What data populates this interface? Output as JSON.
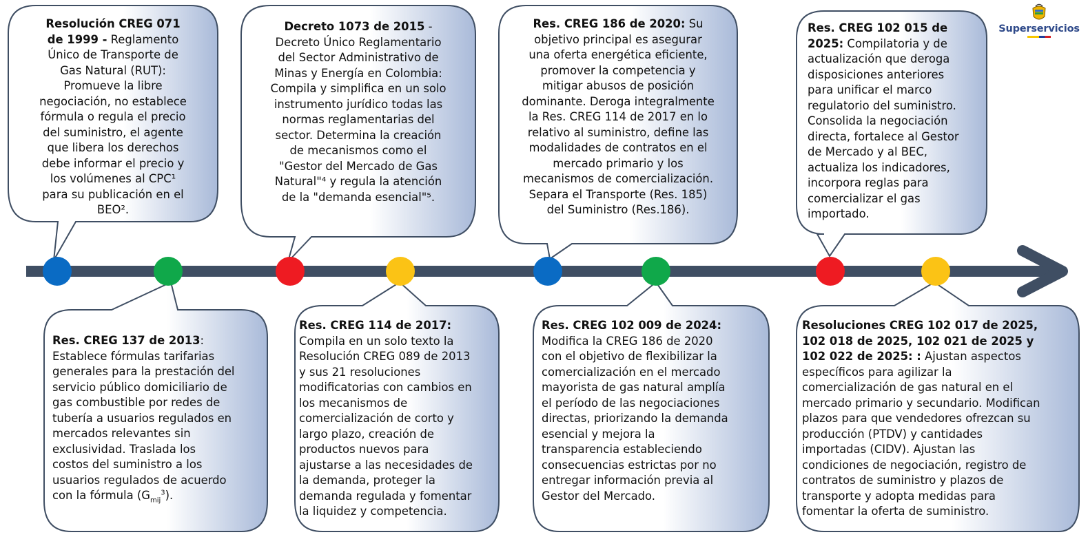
{
  "brand": {
    "name": "Superservicios",
    "flag_colors": [
      "#F7C600",
      "#1F3F9B",
      "#D42027"
    ]
  },
  "colors": {
    "timeline": "#3F4E63",
    "callout_fill_start": "#FFFFFF",
    "callout_fill_end": "#A9BAD9",
    "callout_stroke": "#3F4E63",
    "dot_blue": "#0A6BC4",
    "dot_green": "#10A84A",
    "dot_red": "#EE1B22",
    "dot_yellow": "#FBC315"
  },
  "milestones": [
    {
      "color": "blue"
    },
    {
      "color": "green"
    },
    {
      "color": "red"
    },
    {
      "color": "yellow"
    },
    {
      "color": "blue"
    },
    {
      "color": "green"
    },
    {
      "color": "red"
    },
    {
      "color": "yellow"
    }
  ],
  "events_top": [
    {
      "title": "Resolución CREG 071 de 1999 -",
      "lines": [
        "Resolución CREG 071",
        "de 1999 - Reglamento",
        "Único de Transporte de",
        "Gas Natural (RUT):",
        "Promueve la libre",
        "negociación, no establece",
        "fórmula o regula el precio",
        "del suministro, el agente",
        "que libera los derechos",
        "debe informar el precio y",
        "los volúmenes al CPC¹",
        "para su publicación en el",
        "BEO²."
      ]
    },
    {
      "title": "Decreto 1073 de 2015",
      "lines": [
        "Decreto 1073 de 2015 -",
        "Decreto Único Reglamentario",
        "del Sector Administrativo de",
        "Minas y Energía en Colombia:",
        "Compila y simplifica en un solo",
        "instrumento jurídico todas las",
        "normas reglamentarias del",
        "sector. Determina la creación",
        "de mecanismos como el",
        "\"Gestor del Mercado de Gas",
        "Natural\"⁴ y regula la atención",
        "de la \"demanda esencial\"⁵."
      ]
    },
    {
      "title": "Res. CREG 186 de 2020:",
      "lines": [
        "Res. CREG 186 de 2020: Su",
        "objetivo principal es asegurar",
        "una oferta energética eficiente,",
        "promover la competencia y",
        "mitigar abusos de posición",
        "dominante. Deroga integralmente",
        "la Res. CREG 114 de 2017 en lo",
        "relativo al suministro, define las",
        "modalidades de contratos en el",
        "mercado primario y los",
        "mecanismos de comercialización.",
        "Separa el Transporte (Res. 185)",
        "del Suministro (Res.186)."
      ]
    },
    {
      "title": "Res. CREG 102 015 de 2025:",
      "lines": [
        "Res. CREG 102 015 de",
        "2025: Compilatoria y de",
        "actualización que deroga",
        "disposiciones anteriores",
        "para unificar el marco",
        "regulatorio del suministro.",
        "Consolida la negociación",
        "directa, fortalece al Gestor",
        "de Mercado y al BEC,",
        "actualiza los indicadores,",
        "incorpora reglas para",
        "comercializar el gas",
        "importado."
      ]
    }
  ],
  "events_bottom": [
    {
      "title": "Res. CREG 137 de 2013",
      "lines": [
        "Res. CREG 137 de 2013:",
        "Establece fórmulas tarifarias",
        "generales para la prestación del",
        "servicio público domiciliario de",
        "gas combustible por redes de",
        "tubería a usuarios regulados en",
        "mercados relevantes sin",
        "exclusividad. Traslada los",
        "costos del suministro a los",
        "usuarios regulados de acuerdo",
        "con la fórmula (G",
        "mij",
        "3",
        ")."
      ]
    },
    {
      "title": "Res. CREG 114 de 2017:",
      "lines": [
        "Res. CREG 114 de 2017:",
        "Compila en un solo texto la",
        "Resolución CREG 089 de 2013",
        "y sus 21 resoluciones",
        "modificatorias con cambios en",
        "los mecanismos de",
        "comercialización de corto y",
        "largo plazo, creación de",
        "productos nuevos para",
        "ajustarse a las necesidades de",
        "la demanda, proteger la",
        "demanda regulada y fomentar",
        "la liquidez y competencia."
      ]
    },
    {
      "title": "Res. CREG 102 009 de 2024:",
      "lines": [
        "Res. CREG 102 009 de 2024:",
        "Modifica la CREG 186 de 2020",
        "con el objetivo de flexibilizar la",
        "comercialización en el mercado",
        "mayorista de gas natural amplía",
        "el período de las negociaciones",
        "directas, priorizando la demanda",
        "esencial y mejora la",
        "transparencia estableciendo",
        "consecuencias estrictas por no",
        "entregar información previa al",
        "Gestor del Mercado."
      ]
    },
    {
      "title": "Resoluciones CREG 102 017 de 2025, 102 018 de 2025, 102 021 de 2025 y 102 022 de 2025: :",
      "lines": [
        "Resoluciones CREG 102 017 de 2025,",
        "102 018 de 2025, 102 021 de 2025 y",
        "102 022 de 2025: : Ajustan aspectos",
        "específicos para agilizar la",
        "comercialización de gas natural en el",
        "mercado primario y secundario. Modifican",
        "plazos para que vendedores ofrezcan su",
        "producción (PTDV) y cantidades",
        "importadas (CIDV). Ajustan las",
        "condiciones de negociación, registro de",
        "contratos de suministro y plazos de",
        "transporte y adopta medidas para",
        "fomentar la oferta de suministro."
      ]
    }
  ]
}
